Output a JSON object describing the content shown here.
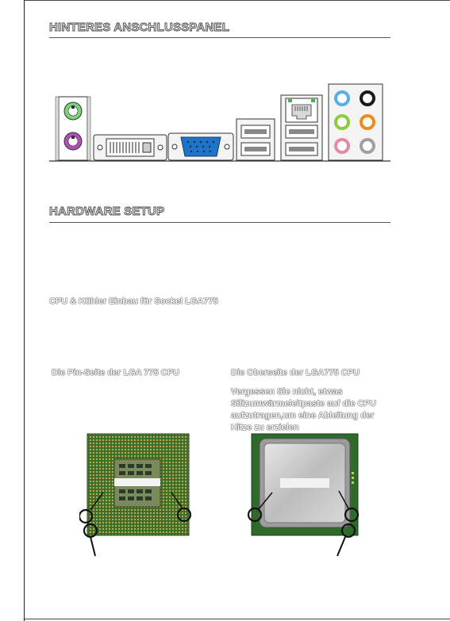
{
  "sections": {
    "rear_panel": {
      "title": "HINTERES ANSCHLUSSPANEL"
    },
    "hardware": {
      "title": "HARDWARE SETUP"
    }
  },
  "cpu": {
    "subtitle": "CPU & Kühler Einbau für Sockel LGA775",
    "bottom_caption": "Die Pin-Seite der LGA 775 CPU",
    "top_caption": "Die Oberseite der LGA775 CPU",
    "top_note_lines": [
      "Vergessen Sie nicht, etwas",
      "Silizumwärmeleitpaste auf die CPU",
      "aufzutragen,um eine Ableitung der",
      "Hitze zu erzielen"
    ]
  },
  "colors": {
    "ps2_mouse": "#7ad47a",
    "ps2_keyboard": "#b04fb8",
    "vga": "#1f73c8",
    "audio_line_in": "#5aaee6",
    "audio_line_out": "#8ccc3c",
    "audio_mic": "#e48aa8",
    "audio_rear": "#1a1a1a",
    "audio_center": "#f08a1a",
    "audio_side": "#a0a0a0",
    "cpu_substrate": "#2e6b2a",
    "cpu_pins": "#b9a64a",
    "ihs": "#c9c9c9"
  }
}
